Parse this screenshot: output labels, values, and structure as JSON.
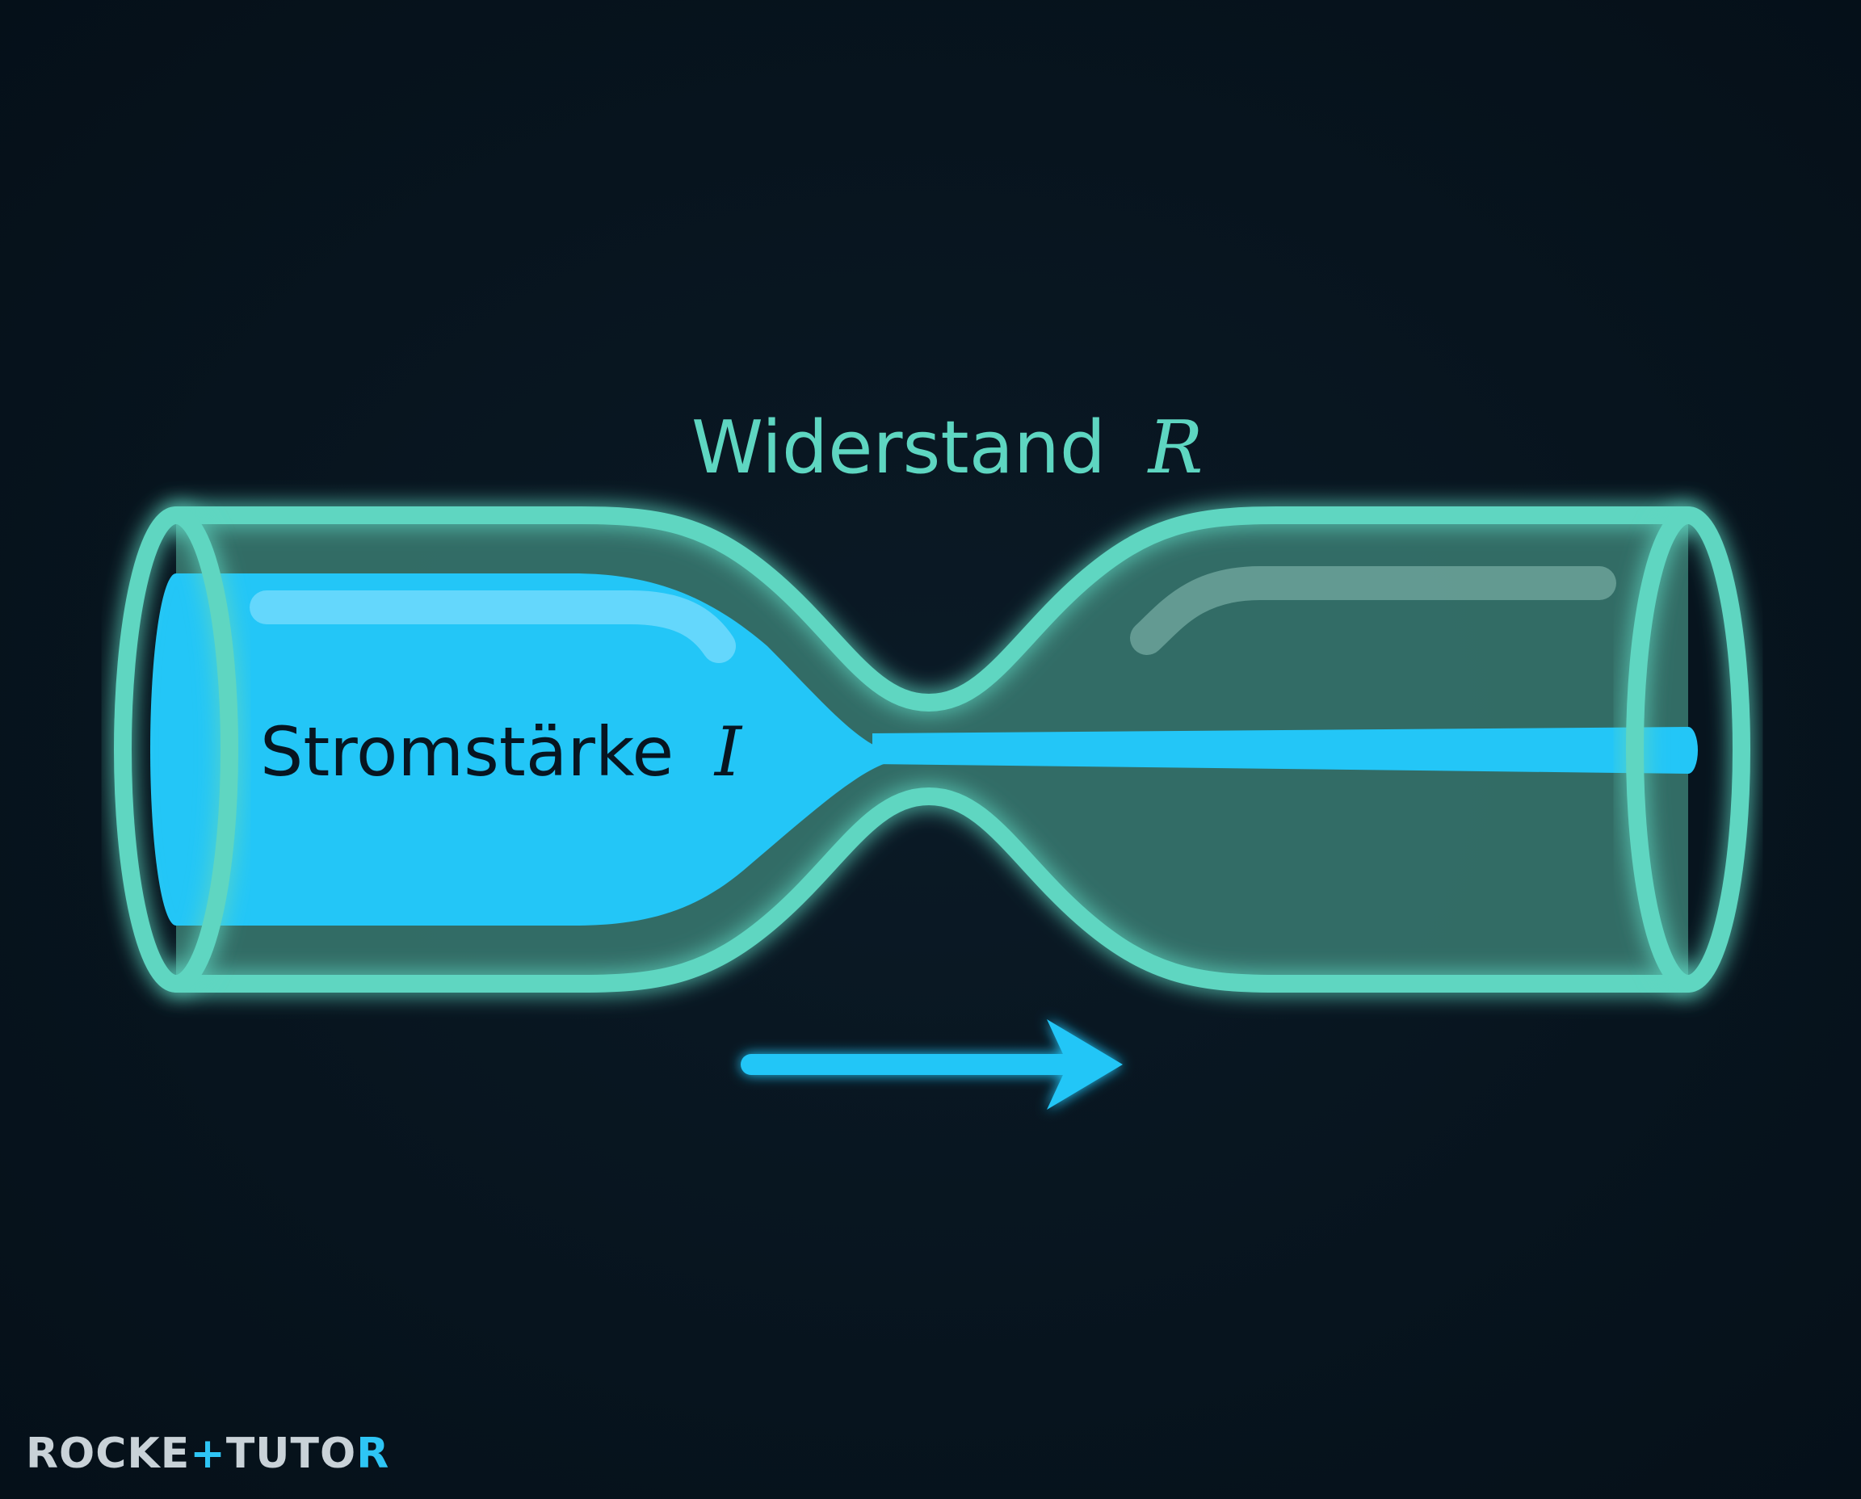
{
  "diagram": {
    "resistance_label": "Widerstand",
    "resistance_symbol": "R",
    "current_label": "Stromstärke",
    "current_symbol": "I",
    "flow_arrow_icon": "arrow-right-icon"
  },
  "brand": {
    "part1": "ROCKE",
    "separator": "+",
    "part2": "TUTO",
    "part3": "R"
  },
  "colors": {
    "background": "#07141e",
    "tube_outline": "#5ed6c1",
    "fluid": "#23c6f7",
    "tube_body": "#3a7b72"
  }
}
